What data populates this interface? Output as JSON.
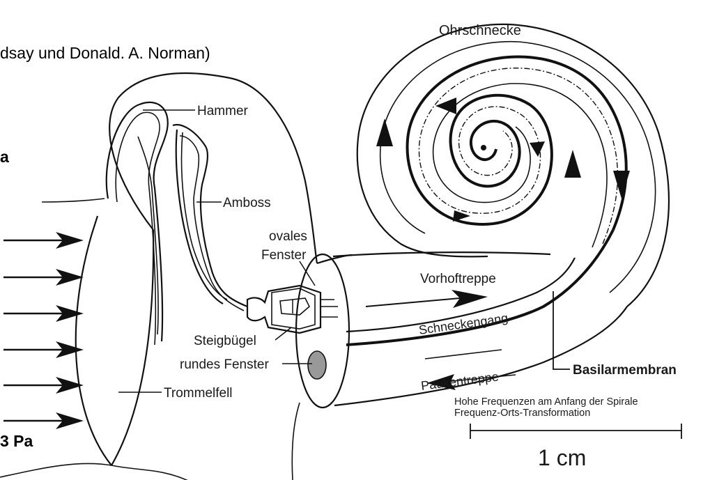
{
  "caption": "dsay und Donald. A. Norman)",
  "left_labels": {
    "pressure_top": "a",
    "pressure_bottom": "3 Pa"
  },
  "labels": {
    "cochlea": "Ohrschnecke",
    "hammer": "Hammer",
    "amboss": "Amboss",
    "oval_window_1": "ovales",
    "oval_window_2": "Fenster",
    "vestibular": "Vorhoftreppe",
    "cochlear_duct": "Schneckengang",
    "stapes": "Steigbügel",
    "round_window": "rundes Fenster",
    "tympanic": "Paukentreppe",
    "basilar": "Basilarmembran",
    "eardrum": "Trommelfell",
    "note_1": "Hohe Frequenzen am Anfang der Spirale",
    "note_2": "Frequenz-Orts-Transformation",
    "scale": "1 cm"
  }
}
